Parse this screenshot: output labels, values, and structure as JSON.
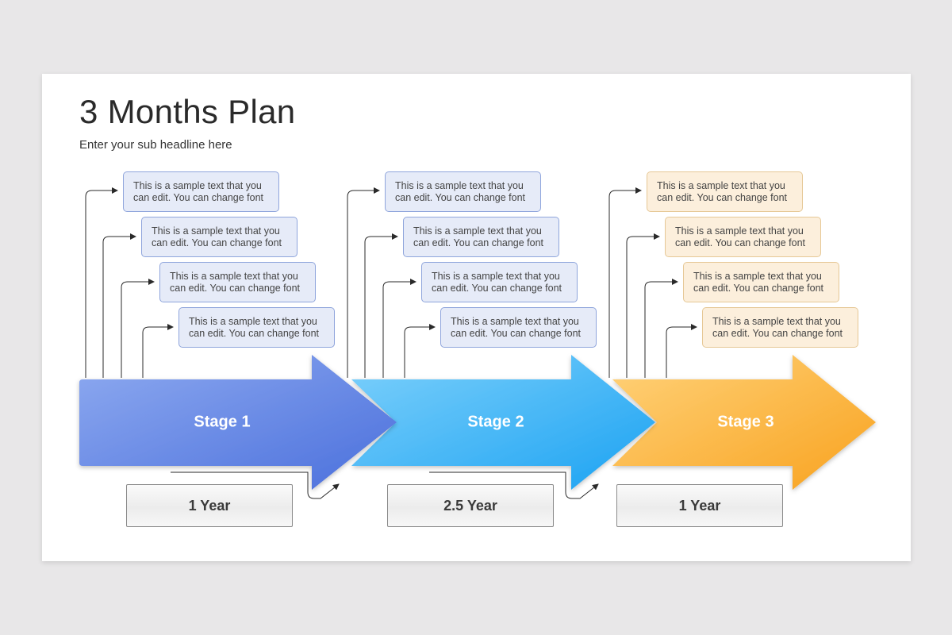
{
  "title": "3 Months Plan",
  "subtitle": "Enter your sub headline here",
  "colors": {
    "stage1": "#5a7fe0",
    "stage2": "#2fb2f5",
    "stage3": "#f9a92a"
  },
  "stages": [
    {
      "label": "Stage 1",
      "duration": "1 Year",
      "notes": [
        "This is a sample text that you can edit. You can change font",
        "This is a sample text that you can edit. You can change font",
        "This is a sample text that you can edit. You can change font",
        "This is a sample text that you can edit. You can change font"
      ]
    },
    {
      "label": "Stage 2",
      "duration": "2.5 Year",
      "notes": [
        "This is a sample text that you can edit. You can change font",
        "This is a sample text that you can edit. You can change font",
        "This is a sample text that you can edit. You can change font",
        "This is a sample text that you can edit. You can change font"
      ]
    },
    {
      "label": "Stage 3",
      "duration": "1 Year",
      "notes": [
        "This is a sample text that you can edit. You can change font",
        "This is a sample text that you can edit. You can change font",
        "This is a sample text that you can edit. You can change font",
        "This is a sample text that you can edit. You can change font"
      ]
    }
  ]
}
